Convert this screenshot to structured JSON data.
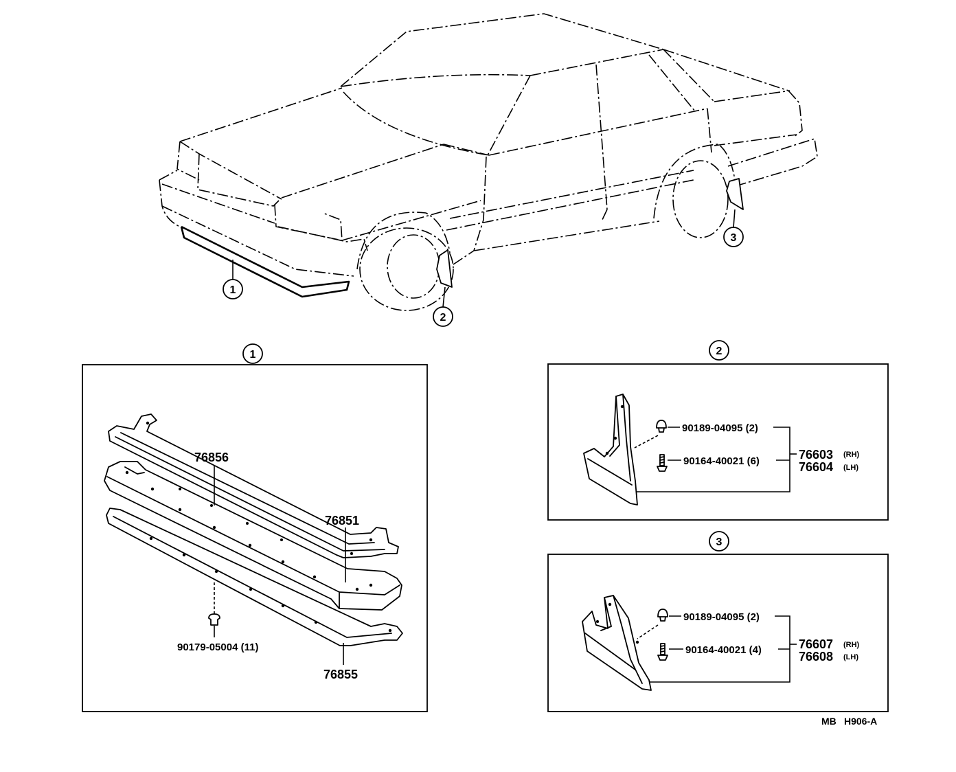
{
  "callouts": {
    "front_spoiler": "1",
    "front_mudguard": "2",
    "rear_mudguard": "3"
  },
  "box1": {
    "heading": "1",
    "upper_seal": "76856",
    "spoiler": "76851",
    "lower_seal": "76855",
    "clip": "90179-05004 (11)"
  },
  "box2": {
    "heading": "2",
    "nut": "90189-04095 (2)",
    "screw": "90164-40021 (6)",
    "rh_part": "76603",
    "rh_label": "(RH)",
    "lh_part": "76604",
    "lh_label": "(LH)"
  },
  "box3": {
    "heading": "3",
    "nut": "90189-04095 (2)",
    "screw": "90164-40021 (4)",
    "rh_part": "76607",
    "rh_label": "(RH)",
    "lh_part": "76608",
    "lh_label": "(LH)"
  },
  "footer": {
    "prefix": "MB",
    "code": "H906-A"
  }
}
